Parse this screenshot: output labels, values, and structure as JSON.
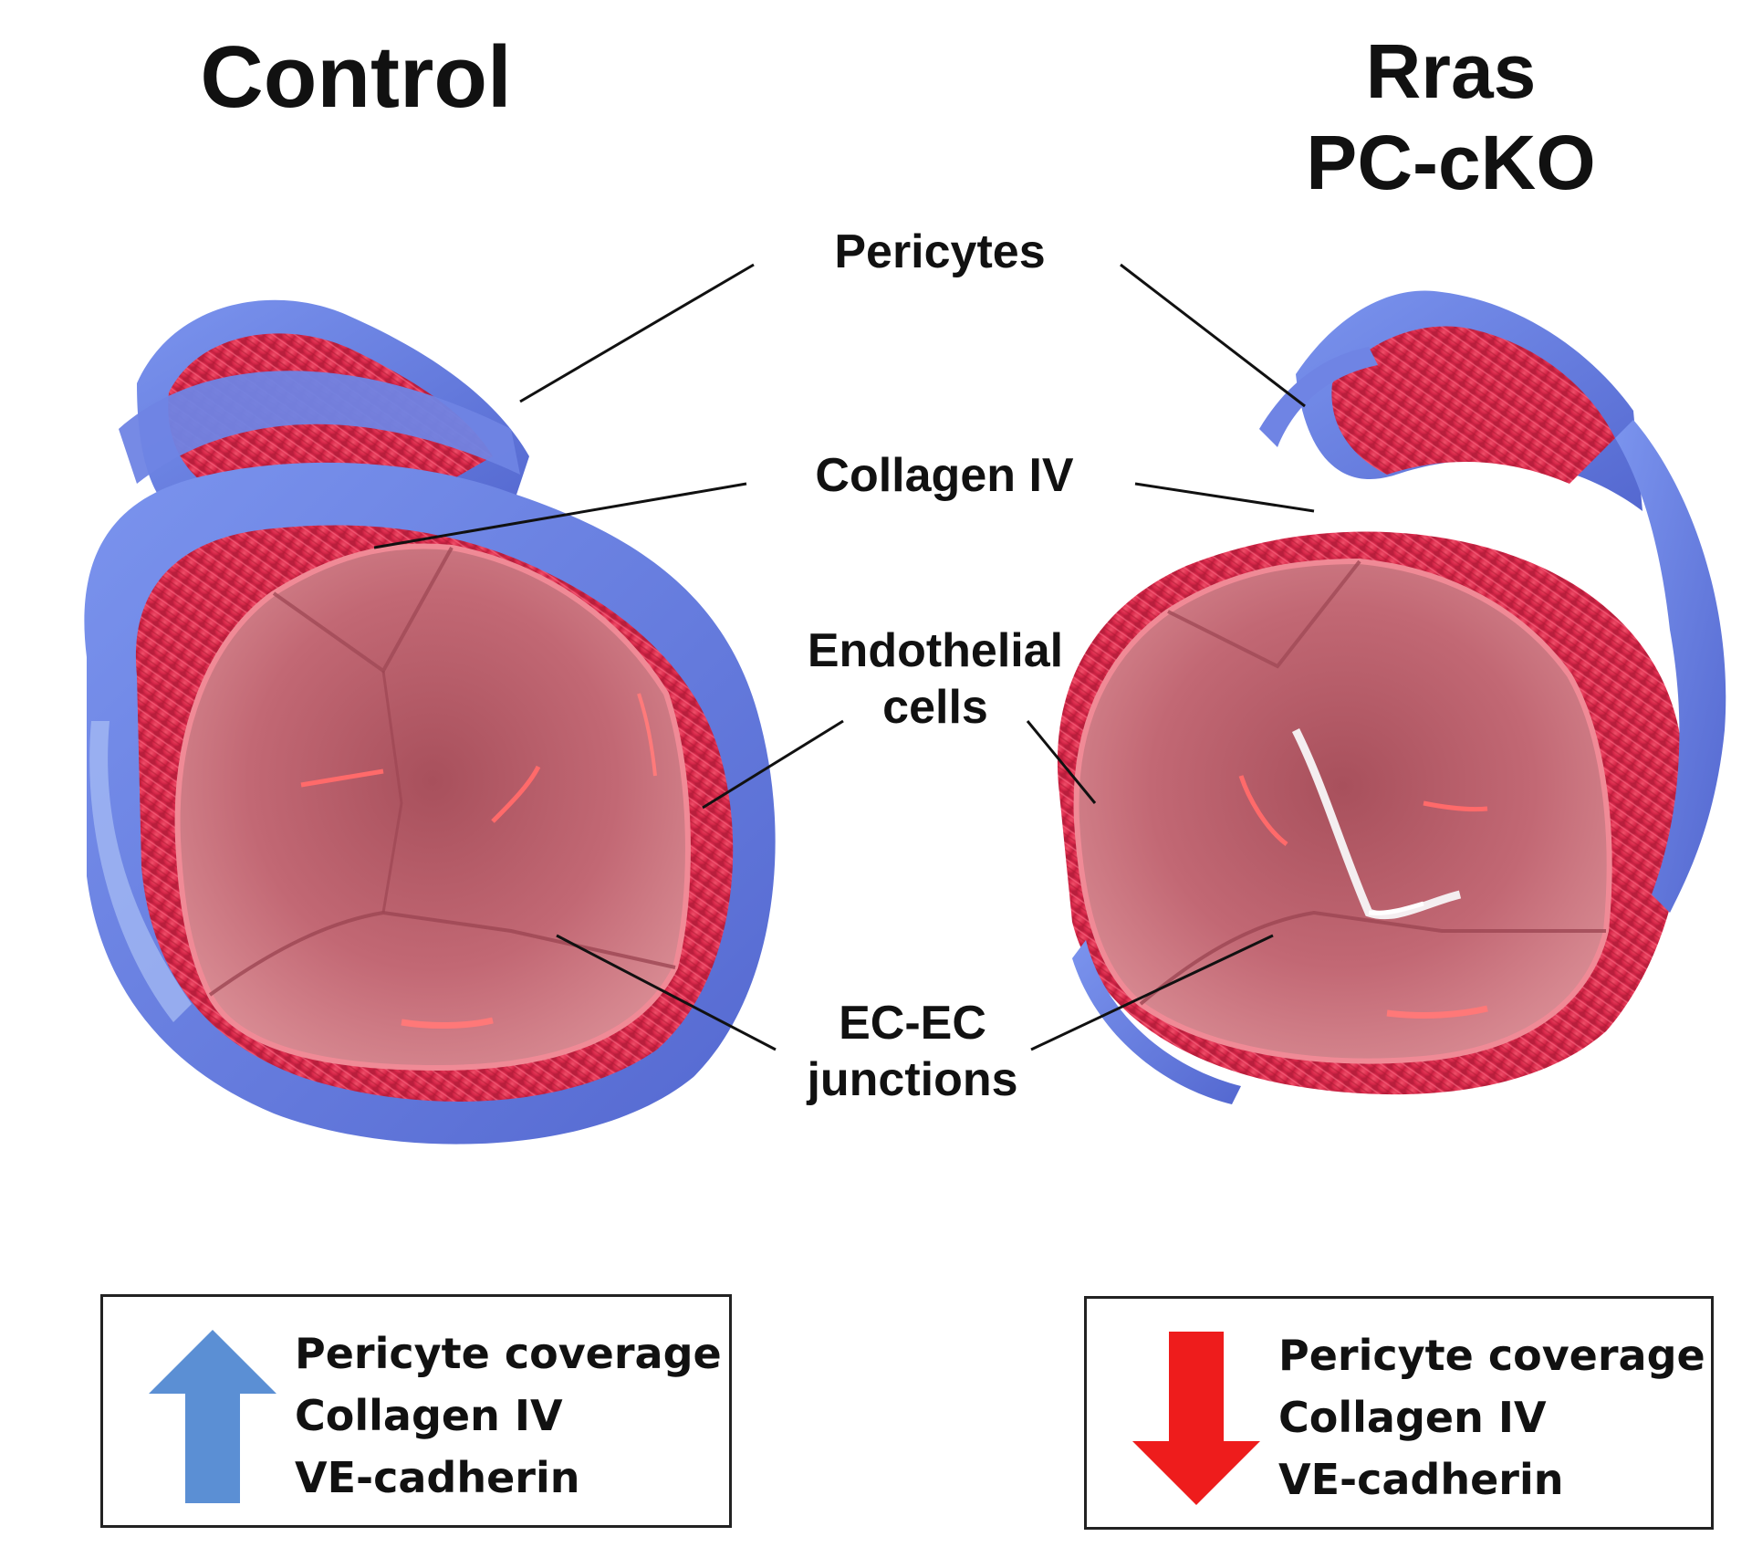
{
  "titles": {
    "control": "Control",
    "rras_line1": "Rras",
    "rras_line2": "PC-cKO"
  },
  "labels": {
    "pericytes": "Pericytes",
    "collagen": "Collagen IV",
    "endothelial_line1": "Endothelial",
    "endothelial_line2": "cells",
    "junctions_line1": "EC-EC",
    "junctions_line2": "junctions"
  },
  "legend_control": {
    "direction": "up",
    "arrow_color": "#5b8fd4",
    "items": [
      "Pericyte coverage",
      "Collagen IV",
      "VE-cadherin"
    ]
  },
  "legend_rras": {
    "direction": "down",
    "arrow_color": "#ee1c1c",
    "items": [
      "Pericyte coverage",
      "Collagen IV",
      "VE-cadherin"
    ]
  },
  "colors": {
    "pericyte_blue": "#6a7fe0",
    "collagen_red": "#e0304f",
    "endothelial_pink": "#b85866",
    "junction_white": "#f4eef0"
  }
}
